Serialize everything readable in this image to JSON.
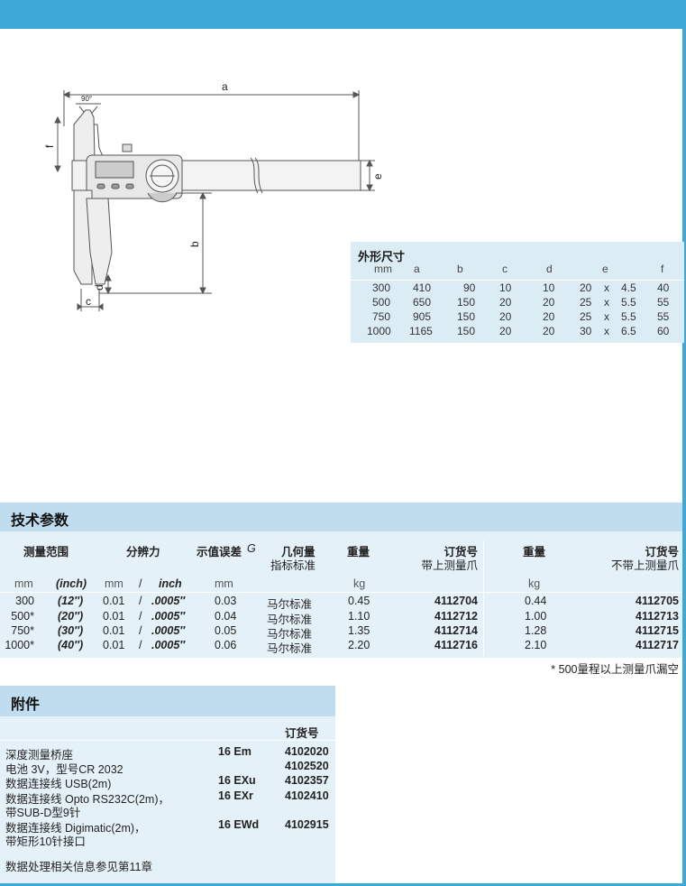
{
  "colors": {
    "accent": "#3ea8d8",
    "section_head": "#bfddee",
    "panel": "#e5f1f8",
    "dims_panel": "#dbecf5"
  },
  "diagram": {
    "label_a": "a",
    "label_b": "b",
    "label_c": "c",
    "label_d": "d",
    "label_e": "e",
    "label_f": "f",
    "angle": "90°"
  },
  "dimensions": {
    "title": "外形尺寸",
    "headers": [
      "mm",
      "a",
      "b",
      "c",
      "d",
      "e",
      "f"
    ],
    "rows": [
      {
        "mm": "300",
        "a": "410",
        "b": "90",
        "c": "10",
        "d": "10",
        "e1": "20",
        "x": "x",
        "e2": "4.5",
        "f": "40"
      },
      {
        "mm": "500",
        "a": "650",
        "b": "150",
        "c": "20",
        "d": "20",
        "e1": "25",
        "x": "x",
        "e2": "5.5",
        "f": "55"
      },
      {
        "mm": "750",
        "a": "905",
        "b": "150",
        "c": "20",
        "d": "20",
        "e1": "25",
        "x": "x",
        "e2": "5.5",
        "f": "55"
      },
      {
        "mm": "1000",
        "a": "1165",
        "b": "150",
        "c": "20",
        "d": "20",
        "e1": "30",
        "x": "x",
        "e2": "6.5",
        "f": "60"
      }
    ]
  },
  "tech": {
    "title": "技术参数",
    "headers": {
      "range": "测量范围",
      "resolution": "分辨力",
      "error": "示值误差",
      "error_symbol": "G",
      "geometry_1": "几何量",
      "geometry_2": "指标标准",
      "weight": "重量",
      "order_1": "订货号",
      "order_1_sub": "带上测量爪",
      "weight_2": "重量",
      "order_2": "订货号",
      "order_2_sub": "不带上测量爪"
    },
    "units": {
      "mm": "mm",
      "inch": "(inch)",
      "res_mm": "mm",
      "slash": "/",
      "res_inch": "inch",
      "err_mm": "mm",
      "kg": "kg",
      "kg2": "kg"
    },
    "rows": [
      {
        "mm": "300",
        "inch": "(12″)",
        "res": "0.01",
        "slash": "/",
        "res_in": ".0005″",
        "err": "0.03",
        "std": "马尔标准",
        "w1": "0.45",
        "o1": "4112704",
        "w2": "0.44",
        "o2": "4112705"
      },
      {
        "mm": "500*",
        "inch": "(20″)",
        "res": "0.01",
        "slash": "/",
        "res_in": ".0005″",
        "err": "0.04",
        "std": "马尔标准",
        "w1": "1.10",
        "o1": "4112712",
        "w2": "1.00",
        "o2": "4112713"
      },
      {
        "mm": "750*",
        "inch": "(30″)",
        "res": "0.01",
        "slash": "/",
        "res_in": ".0005″",
        "err": "0.05",
        "std": "马尔标准",
        "w1": "1.35",
        "o1": "4112714",
        "w2": "1.28",
        "o2": "4112715"
      },
      {
        "mm": "1000*",
        "inch": "(40″)",
        "res": "0.01",
        "slash": "/",
        "res_in": ".0005″",
        "err": "0.06",
        "std": "马尔标准",
        "w1": "2.20",
        "o1": "4112716",
        "w2": "2.10",
        "o2": "4112717"
      }
    ],
    "note": "* 500量程以上测量爪漏空"
  },
  "accessories": {
    "title": "附件",
    "order_header": "订货号",
    "items": [
      {
        "name": "深度测量桥座",
        "code": "16 Em",
        "order": "4102020"
      },
      {
        "name": "电池 3V，型号CR 2032",
        "code": "",
        "order": "4102520"
      },
      {
        "name": "数据连接线 USB(2m)",
        "code": "16 EXu",
        "order": "4102357"
      },
      {
        "name": "数据连接线 Opto RS232C(2m)，",
        "name2": "带SUB-D型9针",
        "code": "16 EXr",
        "order": "4102410"
      },
      {
        "name": "数据连接线 Digimatic(2m)，",
        "name2": "带矩形10针接口",
        "code": "16 EWd",
        "order": "4102915"
      }
    ],
    "footer": "数据处理相关信息参见第11章"
  }
}
